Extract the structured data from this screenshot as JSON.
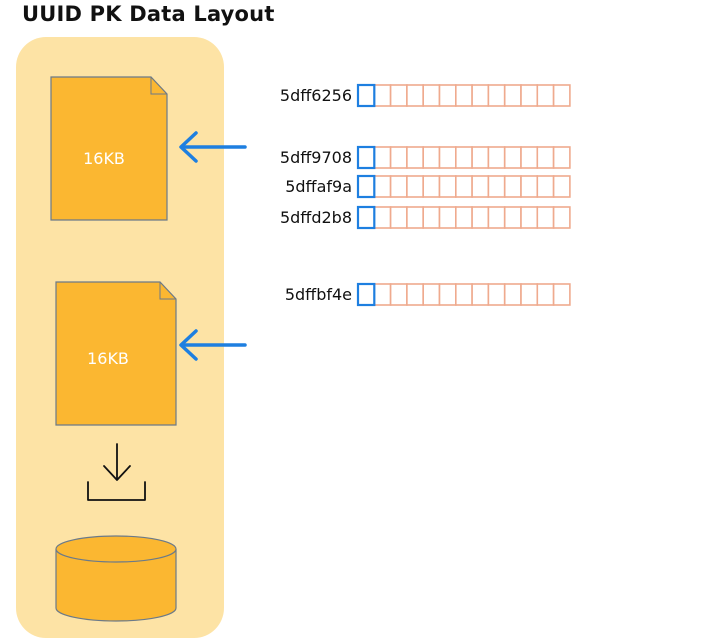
{
  "title": "UUID PK Data Layout",
  "colors": {
    "panel": "#fde3a5",
    "page_fill": "#fbb731",
    "page_stroke": "#6b7a89",
    "arrow": "#1e7fe0",
    "key_cell": "#1e7fe0",
    "row_cells": "#efaa8e",
    "disk_fill": "#fbb731",
    "text": "#111111"
  },
  "pages": [
    {
      "label": "16KB"
    },
    {
      "label": "16KB"
    }
  ],
  "flush_icon": "download-tray-icon",
  "disk_icon": "database-cylinder-icon",
  "rows": [
    {
      "key": "5dff6256"
    },
    {
      "key": "5dff9708"
    },
    {
      "key": "5dffaf9a"
    },
    {
      "key": "5dffd2b8"
    },
    {
      "key": "5dffbf4e"
    }
  ],
  "cells_per_row": 13
}
